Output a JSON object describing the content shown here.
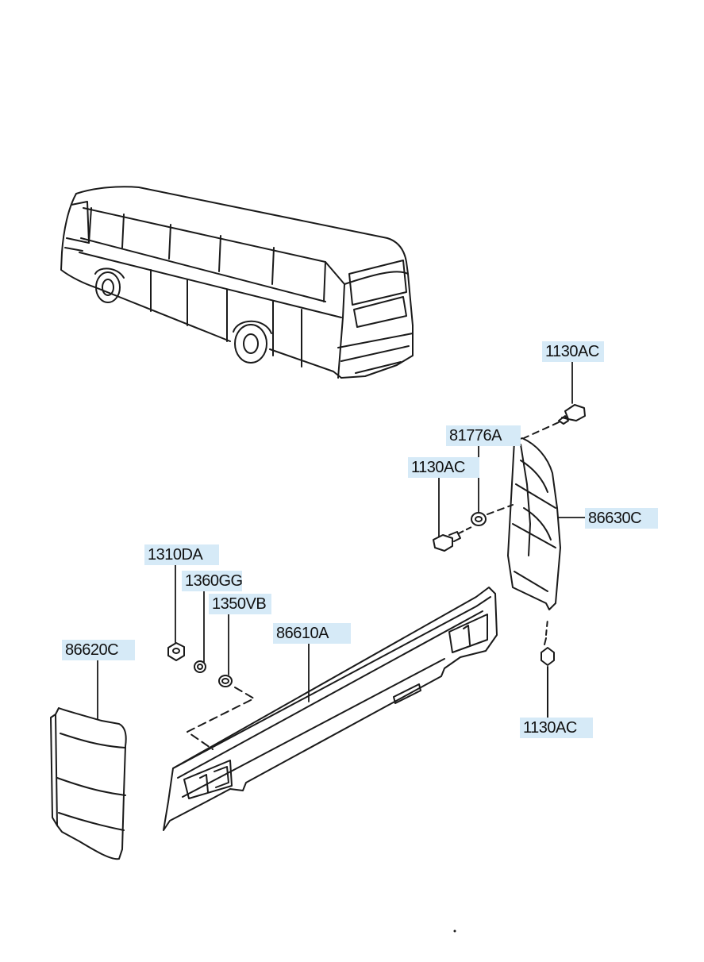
{
  "parts": {
    "bolt_top": "1130AC",
    "washer": "81776A",
    "bolt_mid": "1130AC",
    "right_corner_piece": "86630C",
    "nut": "1310DA",
    "lock_washer": "1360GG",
    "flat_washer": "1350VB",
    "rear_bumper": "86610A",
    "left_corner_piece": "86620C",
    "bolt_bottom": "1130AC"
  },
  "colors": {
    "label_background": "#d6eaf7",
    "line": "#1a1a1a",
    "background": "#ffffff"
  }
}
